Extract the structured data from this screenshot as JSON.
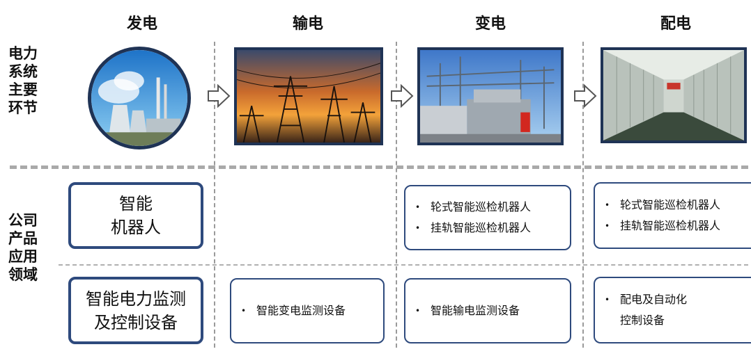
{
  "stages": [
    "发电",
    "输电",
    "变电",
    "配电"
  ],
  "row_labels": {
    "power_system": [
      "电力",
      "系统",
      "主要",
      "环节"
    ],
    "company_products": [
      "公司",
      "产品",
      "应用",
      "领域"
    ]
  },
  "products": {
    "robot": {
      "category": [
        "智能",
        "机器人"
      ],
      "substation": [
        "轮式智能巡检机器人",
        "挂轨智能巡检机器人"
      ],
      "distribution": [
        "轮式智能巡检机器人",
        "挂轨智能巡检机器人"
      ]
    },
    "monitoring": {
      "category": [
        "智能电力监测",
        "及控制设备"
      ],
      "transmission": [
        "智能变电监测设备"
      ],
      "substation": [
        "智能输电监测设备"
      ],
      "distribution": [
        "配电及自动化",
        "控制设备"
      ]
    }
  },
  "images": {
    "generation": "power-plant",
    "transmission": "transmission-towers-sunset",
    "substation": "substation-transformer",
    "distribution": "switchgear-room"
  },
  "colors": {
    "box_border": "#2e4a7d",
    "divider": "#a9a9a9"
  }
}
